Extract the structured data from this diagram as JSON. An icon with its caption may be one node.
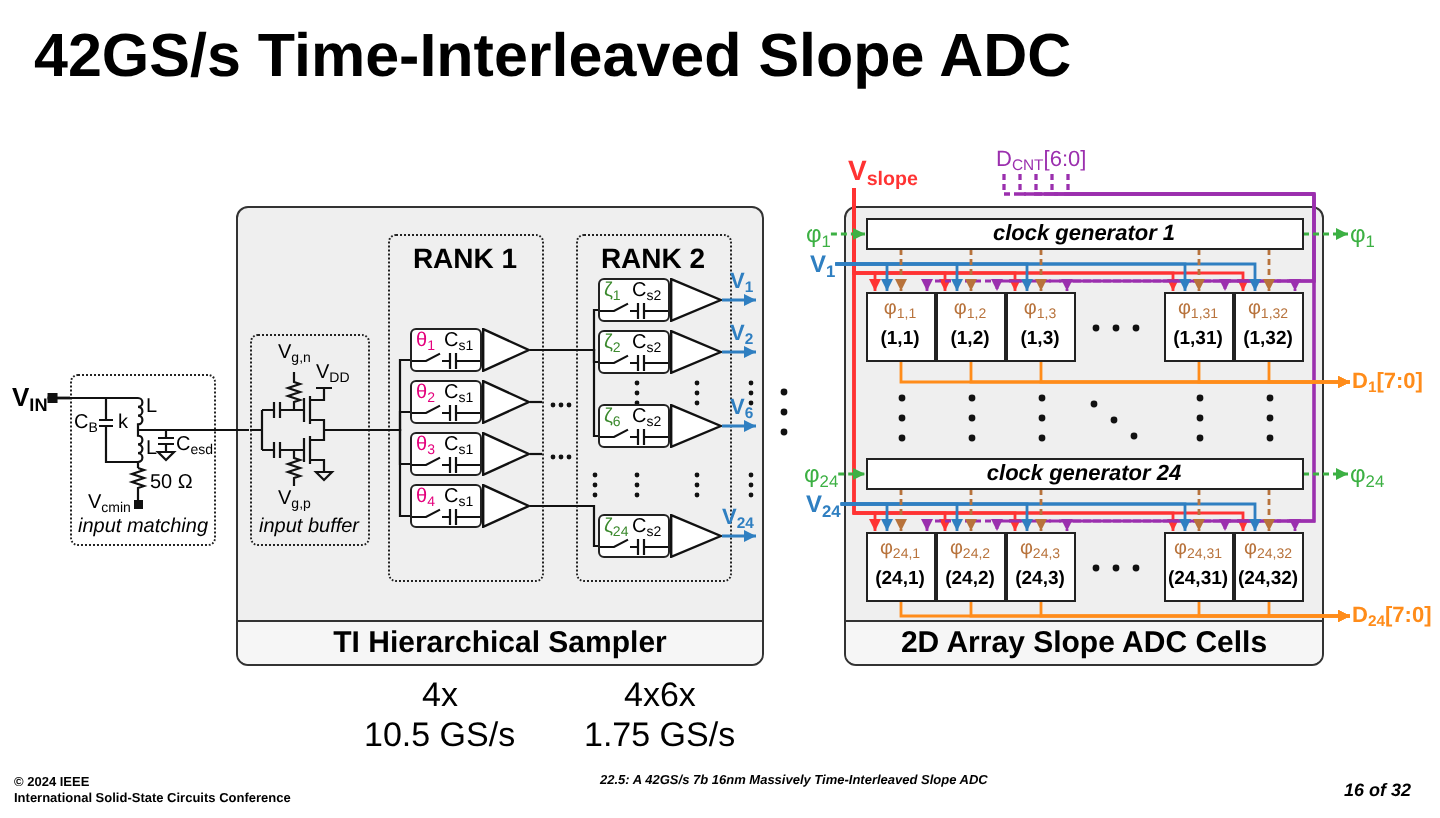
{
  "diagram": {
    "title": "42GS/s Time-Interleaved Slope ADC",
    "nodes": [
      {
        "text": [
          "V$_{IN}$"
        ]
      },
      {
        "text": [
          "input matching"
        ]
      },
      {
        "text": [
          "TI Hierarchical Sampler"
        ]
      },
      {
        "text": [
          "input buffer"
        ],
        "in": 2
      },
      {
        "text": [
          "RANK 1"
        ],
        "in": 2
      },
      {
        "text": [
          "θ$_{1}$",
          "C$_{s1}$"
        ],
        "in": 4
      },
      {
        "text": [
          "θ$_{2}$",
          "C$_{s1}$"
        ],
        "in": 4
      },
      {
        "text": [
          "θ$_{3}$",
          "C$_{s1}$"
        ],
        "in": 4
      },
      {
        "text": [
          "θ$_{4}$",
          "C$_{s1}$"
        ],
        "in": 4
      },
      {
        "text": [],
        "shape": "triangle",
        "in": 4
      },
      {
        "text": [],
        "shape": "triangle",
        "in": 4
      },
      {
        "text": [],
        "shape": "triangle",
        "in": 4
      },
      {
        "text": [],
        "shape": "triangle",
        "in": 4
      },
      {
        "text": [
          "RANK 2"
        ],
        "in": 2
      },
      {
        "text": [
          "ζ$_{1}$",
          "C$_{s2}$"
        ],
        "in": 13
      },
      {
        "text": [
          "ζ$_{2}$",
          "C$_{s2}$"
        ],
        "in": 13
      },
      {
        "text": [
          "ζ$_{6}$",
          "C$_{s2}$"
        ],
        "in": 13
      },
      {
        "text": [
          "ζ$_{24}$",
          "C$_{s2}$"
        ],
        "in": 13
      },
      {
        "text": [],
        "shape": "triangle",
        "in": 13
      },
      {
        "text": [],
        "shape": "triangle",
        "in": 13
      },
      {
        "text": [],
        "shape": "triangle",
        "in": 13
      },
      {
        "text": [],
        "shape": "triangle",
        "in": 13
      },
      {
        "text": [
          "V$_{slope}$"
        ]
      },
      {
        "text": [
          "D$_{CNT}$[6:0]"
        ]
      },
      {
        "text": [
          "2D Array Slope ADC Cells"
        ]
      },
      {
        "text": [
          "φ$_{1}$"
        ]
      },
      {
        "text": [
          "V$_{1}$"
        ]
      },
      {
        "text": [
          "clock generator 1"
        ],
        "in": 24
      },
      {
        "text": [
          "φ$_{1,1}$",
          "(1,1)"
        ],
        "in": 24
      },
      {
        "text": [
          "φ$_{1,2}$",
          "(1,2)"
        ],
        "in": 24
      },
      {
        "text": [
          "φ$_{1,3}$",
          "(1,3)"
        ],
        "in": 24
      },
      {
        "text": [
          "φ$_{1,31}$",
          "(1,31)"
        ],
        "in": 24
      },
      {
        "text": [
          "φ$_{1,32}$",
          "(1,32)"
        ],
        "in": 24
      },
      {
        "text": [
          "φ$_{1}$"
        ]
      },
      {
        "text": [
          "D$_{1}$[7:0]"
        ]
      },
      {
        "text": [
          "φ$_{24}$"
        ]
      },
      {
        "text": [
          "V$_{24}$"
        ]
      },
      {
        "text": [
          "clock generator 24"
        ],
        "in": 24
      },
      {
        "text": [
          "φ$_{24,1}$",
          "(24,1)"
        ],
        "in": 24
      },
      {
        "text": [
          "φ$_{24,2}$",
          "(24,2)"
        ],
        "in": 24
      },
      {
        "text": [
          "φ$_{24,3}$",
          "(24,3)"
        ],
        "in": 24
      },
      {
        "text": [
          "φ$_{24,31}$",
          "(24,31)"
        ],
        "in": 24
      },
      {
        "text": [
          "φ$_{24,32}$",
          "(24,32)"
        ],
        "in": 24
      },
      {
        "text": [
          "φ$_{24}$"
        ]
      },
      {
        "text": [
          "D$_{24}$[7:0]"
        ]
      }
    ],
    "edges": [
      {
        "from": 0,
        "to": 1,
        "arrow": "other",
        "color": "#111111"
      },
      {
        "from": 1,
        "to": 3,
        "arrow": "none",
        "color": "#111111"
      },
      {
        "from": 3,
        "to": 5,
        "arrow": "none",
        "color": "#111111"
      },
      {
        "from": 3,
        "to": 6,
        "arrow": "none",
        "color": "#111111"
      },
      {
        "from": 3,
        "to": 7,
        "arrow": "none",
        "color": "#111111"
      },
      {
        "from": 3,
        "to": 8,
        "arrow": "none",
        "color": "#111111"
      },
      {
        "from": 9,
        "to": 14,
        "arrow": "none",
        "color": "#111111"
      },
      {
        "from": 9,
        "to": 15,
        "arrow": "none",
        "color": "#111111"
      },
      {
        "from": 9,
        "to": 16,
        "arrow": "none",
        "color": "#111111"
      },
      {
        "from": 12,
        "to": 17,
        "arrow": "none",
        "color": "#111111"
      },
      {
        "from": 10,
        "to": null,
        "arrow": "none",
        "color": "#111111"
      },
      {
        "from": 11,
        "to": null,
        "arrow": "none",
        "color": "#111111"
      },
      {
        "from": 18,
        "to": null,
        "arrow": "to",
        "label": "V$_{1}$",
        "color": "#2f7fc1"
      },
      {
        "from": 19,
        "to": null,
        "arrow": "to",
        "label": "V$_{2}$",
        "color": "#2f7fc1"
      },
      {
        "from": 20,
        "to": null,
        "arrow": "to",
        "label": "V$_{6}$",
        "color": "#2f7fc1"
      },
      {
        "from": 21,
        "to": null,
        "arrow": "to",
        "label": "V$_{24}$",
        "color": "#2f7fc1"
      },
      {
        "from": 22,
        "to": 28,
        "arrow": "to",
        "color": "#ff3333"
      },
      {
        "from": 22,
        "to": 29,
        "arrow": "to",
        "color": "#ff3333"
      },
      {
        "from": 22,
        "to": 30,
        "arrow": "to",
        "color": "#ff3333"
      },
      {
        "from": 22,
        "to": 31,
        "arrow": "to",
        "color": "#ff3333"
      },
      {
        "from": 22,
        "to": 32,
        "arrow": "to",
        "color": "#ff3333"
      },
      {
        "from": 22,
        "to": 38,
        "arrow": "to",
        "color": "#ff3333"
      },
      {
        "from": 22,
        "to": 39,
        "arrow": "to",
        "color": "#ff3333"
      },
      {
        "from": 22,
        "to": 40,
        "arrow": "to",
        "color": "#ff3333"
      },
      {
        "from": 22,
        "to": 41,
        "arrow": "to",
        "color": "#ff3333"
      },
      {
        "from": 22,
        "to": 42,
        "arrow": "to",
        "color": "#ff3333"
      },
      {
        "from": 23,
        "to": 28,
        "arrow": "to",
        "style": "dashed",
        "color": "#9b2fae"
      },
      {
        "from": 23,
        "to": 29,
        "arrow": "to",
        "style": "dashed",
        "color": "#9b2fae"
      },
      {
        "from": 23,
        "to": 30,
        "arrow": "to",
        "style": "dashed",
        "color": "#9b2fae"
      },
      {
        "from": 23,
        "to": 31,
        "arrow": "to",
        "style": "dashed",
        "color": "#9b2fae"
      },
      {
        "from": 23,
        "to": 32,
        "arrow": "to",
        "style": "dashed",
        "color": "#9b2fae"
      },
      {
        "from": 23,
        "to": 38,
        "arrow": "to",
        "style": "dashed",
        "color": "#9b2fae"
      },
      {
        "from": 23,
        "to": 39,
        "arrow": "to",
        "style": "dashed",
        "color": "#9b2fae"
      },
      {
        "from": 23,
        "to": 40,
        "arrow": "to",
        "style": "dashed",
        "color": "#9b2fae"
      },
      {
        "from": 23,
        "to": 41,
        "arrow": "to",
        "style": "dashed",
        "color": "#9b2fae"
      },
      {
        "from": 23,
        "to": 42,
        "arrow": "to",
        "style": "dashed",
        "color": "#9b2fae"
      },
      {
        "from": 25,
        "to": 27,
        "arrow": "to",
        "style": "dashed",
        "color": "#3cb043"
      },
      {
        "from": 27,
        "to": 33,
        "arrow": "to",
        "style": "dashed",
        "color": "#3cb043"
      },
      {
        "from": 26,
        "to": 28,
        "arrow": "to",
        "color": "#2f7fc1"
      },
      {
        "from": 26,
        "to": 29,
        "arrow": "to",
        "color": "#2f7fc1"
      },
      {
        "from": 26,
        "to": 30,
        "arrow": "to",
        "color": "#2f7fc1"
      },
      {
        "from": 26,
        "to": 31,
        "arrow": "to",
        "color": "#2f7fc1"
      },
      {
        "from": 26,
        "to": 32,
        "arrow": "to",
        "color": "#2f7fc1"
      },
      {
        "from": 27,
        "to": 28,
        "arrow": "to",
        "style": "dashed",
        "color": "#b8733c"
      },
      {
        "from": 27,
        "to": 29,
        "arrow": "to",
        "style": "dashed",
        "color": "#b8733c"
      },
      {
        "from": 27,
        "to": 30,
        "arrow": "to",
        "style": "dashed",
        "color": "#b8733c"
      },
      {
        "from": 27,
        "to": 31,
        "arrow": "to",
        "style": "dashed",
        "color": "#b8733c"
      },
      {
        "from": 27,
        "to": 32,
        "arrow": "to",
        "style": "dashed",
        "color": "#b8733c"
      },
      {
        "from": 28,
        "to": 34,
        "arrow": "to",
        "color": "#ff8c1a"
      },
      {
        "from": 29,
        "to": 34,
        "arrow": "to",
        "color": "#ff8c1a"
      },
      {
        "from": 30,
        "to": 34,
        "arrow": "to",
        "color": "#ff8c1a"
      },
      {
        "from": 31,
        "to": 34,
        "arrow": "to",
        "color": "#ff8c1a"
      },
      {
        "from": 32,
        "to": 34,
        "arrow": "to",
        "color": "#ff8c1a"
      },
      {
        "from": 35,
        "to": 37,
        "arrow": "to",
        "style": "dashed",
        "color": "#3cb043"
      },
      {
        "from": 37,
        "to": 43,
        "arrow": "to",
        "style": "dashed",
        "color": "#3cb043"
      },
      {
        "from": 36,
        "to": 38,
        "arrow": "to",
        "color": "#2f7fc1"
      },
      {
        "from": 36,
        "to": 39,
        "arrow": "to",
        "color": "#2f7fc1"
      },
      {
        "from": 36,
        "to": 40,
        "arrow": "to",
        "color": "#2f7fc1"
      },
      {
        "from": 36,
        "to": 41,
        "arrow": "to",
        "color": "#2f7fc1"
      },
      {
        "from": 36,
        "to": 42,
        "arrow": "to",
        "color": "#2f7fc1"
      },
      {
        "from": 37,
        "to": 38,
        "arrow": "to",
        "style": "dashed",
        "color": "#b8733c"
      },
      {
        "from": 37,
        "to": 39,
        "arrow": "to",
        "style": "dashed",
        "color": "#b8733c"
      },
      {
        "from": 37,
        "to": 40,
        "arrow": "to",
        "style": "dashed",
        "color": "#b8733c"
      },
      {
        "from": 37,
        "to": 41,
        "arrow": "to",
        "style": "dashed",
        "color": "#b8733c"
      },
      {
        "from": 37,
        "to": 42,
        "arrow": "to",
        "style": "dashed",
        "color": "#b8733c"
      },
      {
        "from": 38,
        "to": 44,
        "arrow": "to",
        "color": "#ff8c1a"
      },
      {
        "from": 39,
        "to": 44,
        "arrow": "to",
        "color": "#ff8c1a"
      },
      {
        "from": 40,
        "to": 44,
        "arrow": "to",
        "color": "#ff8c1a"
      },
      {
        "from": 41,
        "to": 44,
        "arrow": "to",
        "color": "#ff8c1a"
      },
      {
        "from": 42,
        "to": 44,
        "arrow": "to",
        "color": "#ff8c1a"
      }
    ],
    "labels": [
      "C$_{B}$",
      "k",
      "L",
      "L",
      "C$_{esd}$",
      "50 Ω",
      "V$_{cmin}$",
      "V$_{g,n}$",
      "V$_{DD}$",
      "V$_{g,p}$",
      "4x",
      "10.5 GS/s",
      "4x6x",
      "1.75 GS/s",
      "© 2024 IEEE",
      "International Solid-State Circuits Conference",
      "22.5: A 42GS/s 7b 16nm Massively Time-Interleaved Slope ADC",
      "16 of 32"
    ]
  }
}
